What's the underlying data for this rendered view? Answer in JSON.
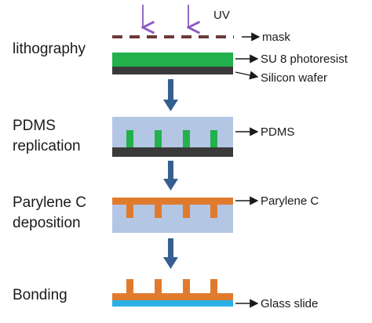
{
  "steps": {
    "lithography": [
      "lithography"
    ],
    "pdms": [
      "PDMS",
      "replication"
    ],
    "parylene": [
      "Parylene C",
      "deposition"
    ],
    "bonding": [
      "Bonding"
    ]
  },
  "labels": {
    "uv": "UV",
    "mask": "mask",
    "su8": "SU 8 photoresist",
    "wafer": "Silicon wafer",
    "pdms": "PDMS",
    "parylene": "Parylene C",
    "glass": "Glass slide"
  },
  "colors": {
    "mask": "#6b3a3a",
    "su8": "#22b14c",
    "wafer": "#3a3a3a",
    "pdms": "#b3c6e4",
    "parylene": "#e07b2e",
    "glass": "#2ab0e6",
    "flow_arrow": "#365f91",
    "uv_arrow": "#8a5ac2"
  }
}
